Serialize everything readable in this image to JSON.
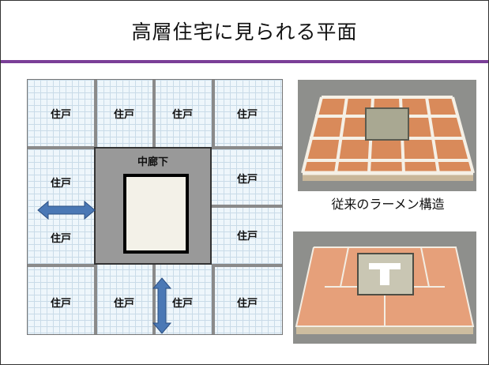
{
  "slide": {
    "title": "高層住宅に見られる平面"
  },
  "plan": {
    "unit_label": "住戸",
    "corridor_label": "中廊下"
  },
  "photos": {
    "caption_top": "従来のラーメン構造"
  }
}
